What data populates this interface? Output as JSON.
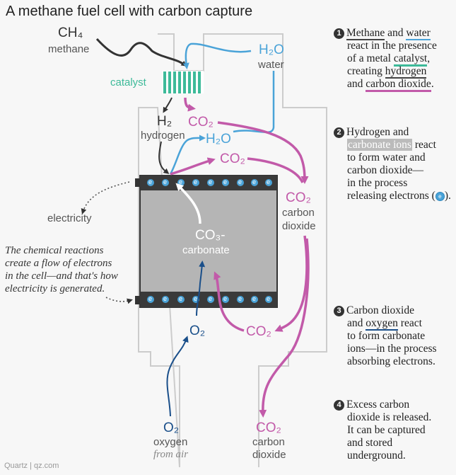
{
  "title": "A methane fuel cell with carbon capture",
  "labels": {
    "ch4": "CH₄",
    "methane": "methane",
    "h2o_top": "H₂O",
    "water": "water",
    "catalyst": "catalyst",
    "co2_top": "CO₂",
    "h2": "H₂",
    "hydrogen": "hydrogen",
    "h2o_mid": "H₂O",
    "co2_mid": "CO₂",
    "co2_right": "CO₂",
    "carbon": "carbon",
    "dioxide": "dioxide",
    "electricity": "electricity",
    "co3": "CO₃-",
    "carbonate": "carbonate",
    "co2_lower": "CO₂",
    "o2_mid": "O₂",
    "o2_bottom": "O₂",
    "oxygen": "oxygen",
    "from_air": "from air",
    "co2_bottom": "CO₂",
    "carbon_bottom": "carbon",
    "dioxide_bottom": "dioxide",
    "electron": "e"
  },
  "explanation": [
    "The chemical reactions",
    "create a flow of electrons",
    "in the cell—and that's how",
    "electricity is generated."
  ],
  "steps": [
    {
      "number": "1",
      "parts": {
        "a": "Methane",
        "b": " and ",
        "c": "water",
        "d": "react in the presence",
        "e": "of a metal ",
        "f": "catalyst",
        "g": ",",
        "h": "creating ",
        "i": "hydrogen",
        "j": "and ",
        "k": "carbon dioxide",
        "l": "."
      }
    },
    {
      "number": "2",
      "parts": {
        "a": "Hydrogen and",
        "b": "carbonate ions",
        "c": " react",
        "d": "to form water and",
        "e": "carbon dioxide—",
        "f": "in the process",
        "g": "releasing electrons (",
        "h": ")."
      }
    },
    {
      "number": "3",
      "parts": {
        "a": "Carbon dioxide",
        "b": "and ",
        "c": "oxygen",
        "d": " react",
        "e": "to form carbonate",
        "f": "ions—in the process",
        "g": "absorbing electrons."
      }
    },
    {
      "number": "4",
      "parts": {
        "a": "Excess carbon",
        "b": "dioxide is released.",
        "c": "It can be captured",
        "d": "and stored",
        "e": "underground."
      }
    }
  ],
  "footer": "Quartz | qz.com",
  "colors": {
    "pink": "#c25aa9",
    "light_blue": "#4aa3d8",
    "navy": "#1a4f8a",
    "green": "#3dba99",
    "cell_gray": "#b5b5b5",
    "electrode": "#3a3a3a"
  }
}
